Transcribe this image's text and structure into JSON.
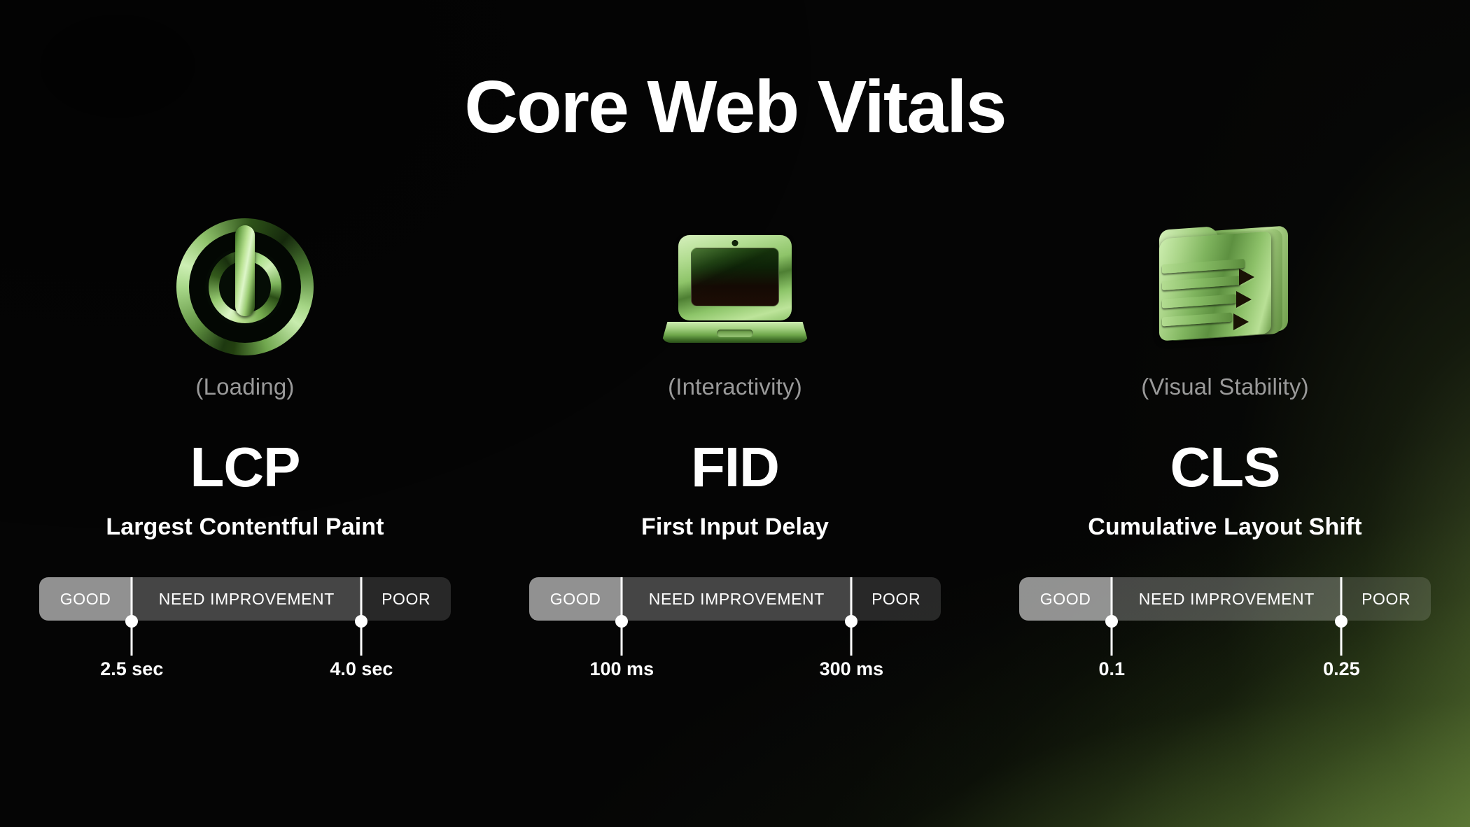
{
  "page": {
    "title": "Core Web Vitals",
    "background_dark": "#000000",
    "background_green": "#8fad5e"
  },
  "metrics": [
    {
      "icon": "power-button-icon",
      "category": "(Loading)",
      "acronym": "LCP",
      "fullname": "Largest Contentful Paint",
      "meter": {
        "segments": [
          {
            "label": "GOOD",
            "width_pct": 22.5
          },
          {
            "label": "NEED IMPROVEMENT",
            "width_pct": 55.8
          },
          {
            "label": "POOR",
            "width_pct": 21.7
          }
        ],
        "thresholds": [
          {
            "label": "2.5 sec",
            "pos_pct": 22.5
          },
          {
            "label": "4.0 sec",
            "pos_pct": 78.3
          }
        ]
      }
    },
    {
      "icon": "laptop-icon",
      "category": "(Interactivity)",
      "acronym": "FID",
      "fullname": "First Input Delay",
      "meter": {
        "segments": [
          {
            "label": "GOOD",
            "width_pct": 22.5
          },
          {
            "label": "NEED IMPROVEMENT",
            "width_pct": 55.8
          },
          {
            "label": "POOR",
            "width_pct": 21.7
          }
        ],
        "thresholds": [
          {
            "label": "100 ms",
            "pos_pct": 22.5
          },
          {
            "label": "300 ms",
            "pos_pct": 78.3
          }
        ]
      }
    },
    {
      "icon": "folder-arrows-icon",
      "category": "(Visual Stability)",
      "acronym": "CLS",
      "fullname": "Cumulative Layout Shift",
      "meter": {
        "segments": [
          {
            "label": "GOOD",
            "width_pct": 22.5
          },
          {
            "label": "NEED IMPROVEMENT",
            "width_pct": 55.8
          },
          {
            "label": "POOR",
            "width_pct": 21.7
          }
        ],
        "thresholds": [
          {
            "label": "0.1",
            "pos_pct": 22.5
          },
          {
            "label": "0.25",
            "pos_pct": 78.3
          }
        ]
      }
    }
  ]
}
